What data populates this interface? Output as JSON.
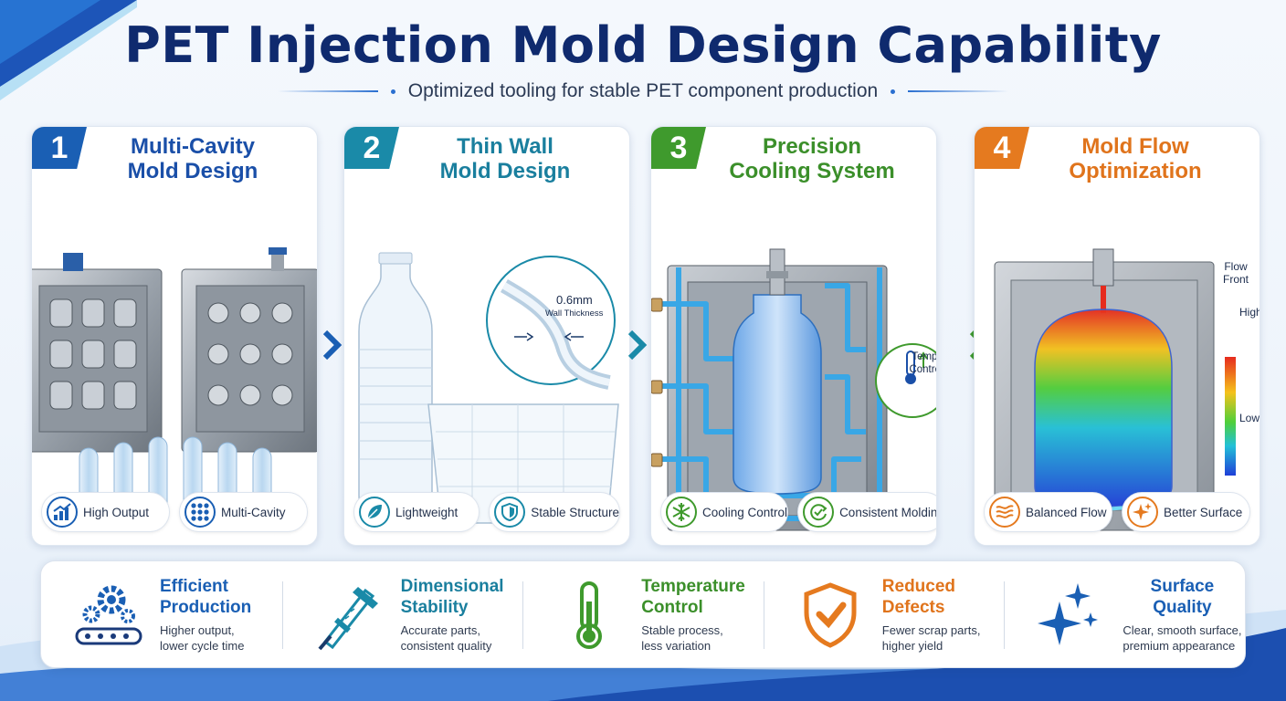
{
  "header": {
    "title": "PET Injection Mold Design Capability",
    "subtitle": "Optimized tooling for stable PET component production"
  },
  "colors": {
    "navy": "#0f2a6e",
    "blue": "#1a5fb4",
    "teal": "#1a8aa8",
    "green": "#3f9a2d",
    "orange": "#e57a1f"
  },
  "panels": [
    {
      "number": "1",
      "title_line1": "Multi-Cavity",
      "title_line2": "Mold Design",
      "color": "#1a5fb4",
      "chips": [
        {
          "label": "High Output",
          "icon": "rising-chart-icon"
        },
        {
          "label": "Multi-Cavity",
          "icon": "dot-grid-icon"
        }
      ]
    },
    {
      "number": "2",
      "title_line1": "Thin Wall",
      "title_line2": "Mold Design",
      "color": "#1a8aa8",
      "callout_value": "0.6mm",
      "callout_label": "Wall Thickness",
      "chips": [
        {
          "label": "Lightweight",
          "icon": "leaf-icon"
        },
        {
          "label": "Stable Structure",
          "icon": "shield-icon"
        }
      ]
    },
    {
      "number": "3",
      "title_line1": "Precision",
      "title_line2": "Cooling System",
      "color": "#3f9a2d",
      "badge_line1": "Temp.",
      "badge_line2": "Control",
      "chips": [
        {
          "label": "Cooling Control",
          "icon": "snowflake-icon"
        },
        {
          "label": "Consistent Molding",
          "icon": "cycle-check-icon"
        }
      ]
    },
    {
      "number": "4",
      "title_line1": "Mold Flow",
      "title_line2": "Optimization",
      "color": "#e57a1f",
      "legend_title_line1": "Flow",
      "legend_title_line2": "Front",
      "legend_high": "High",
      "legend_low": "Low",
      "chips": [
        {
          "label": "Balanced Flow",
          "icon": "flow-waves-icon"
        },
        {
          "label": "Better Surface",
          "icon": "sparkle-icon"
        }
      ]
    }
  ],
  "benefits": [
    {
      "title_line1": "Efficient",
      "title_line2": "Production",
      "desc_line1": "Higher output,",
      "desc_line2": "lower cycle time",
      "color": "#1a5fb4",
      "icon": "gears-conveyor-icon"
    },
    {
      "title_line1": "Dimensional",
      "title_line2": "Stability",
      "desc_line1": "Accurate parts,",
      "desc_line2": "consistent quality",
      "color": "#1a8aa8",
      "icon": "caliper-icon"
    },
    {
      "title_line1": "Temperature",
      "title_line2": "Control",
      "desc_line1": "Stable process,",
      "desc_line2": "less variation",
      "color": "#3f9a2d",
      "icon": "thermometer-icon"
    },
    {
      "title_line1": "Reduced",
      "title_line2": "Defects",
      "desc_line1": "Fewer scrap parts,",
      "desc_line2": "higher yield",
      "color": "#e57a1f",
      "icon": "shield-check-icon"
    },
    {
      "title_line1": "Surface",
      "title_line2": "Quality",
      "desc_line1": "Clear, smooth surface,",
      "desc_line2": "premium appearance",
      "color": "#1a5fb4",
      "icon": "sparkle-icon"
    }
  ]
}
